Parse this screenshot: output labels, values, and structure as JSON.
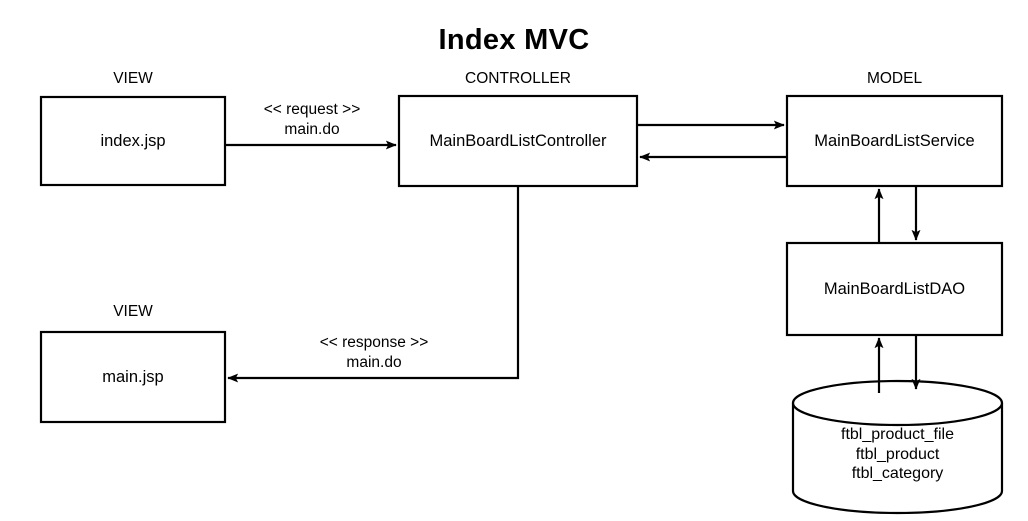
{
  "diagram": {
    "title": "Index MVC",
    "colors": {
      "stroke": "#000000",
      "background": "#ffffff",
      "text": "#000000"
    },
    "groups": {
      "view_top": "VIEW",
      "controller": "CONTROLLER",
      "model": "MODEL",
      "view_bottom": "VIEW"
    },
    "nodes": {
      "index_jsp": "index.jsp",
      "main_jsp": "main.jsp",
      "controller": "MainBoardListController",
      "service": "MainBoardListService",
      "dao": "MainBoardListDAO"
    },
    "database": {
      "tables": [
        "ftbl_product_file",
        "ftbl_product",
        "ftbl_category"
      ]
    },
    "edges": {
      "request": {
        "stereotype": "<< request >>",
        "path": "main.do"
      },
      "response": {
        "stereotype": "<< response >>",
        "path": "main.do"
      }
    }
  }
}
